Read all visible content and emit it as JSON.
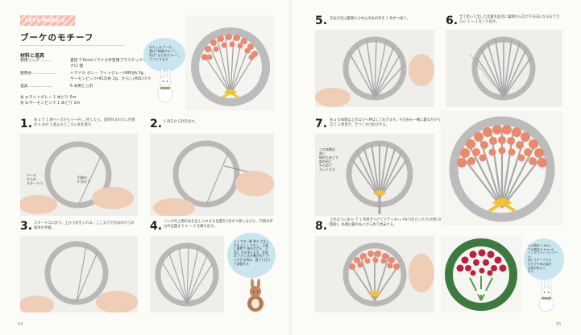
{
  "left_page": {
    "tag": "Let's make 2",
    "title": "ブーケのモチーフ",
    "materials_heading": "材料と道具",
    "materials": [
      {
        "label": "使用リング………",
        "value": "直径 7.6cm(ハマナカ手芸用プラスチックリン"
      },
      {
        "label": "",
        "value": "グ)1 個"
      },
      {
        "label": "使用糸 ………………",
        "value": "ハマナカ ボニー ライトグレー(486)約 5g、"
      },
      {
        "label": "",
        "value": "サーモンピンク(413)約 2g、からし(491)少々"
      },
      {
        "label": "道具 ………………",
        "value": "6 本用とじ針"
      }
    ],
    "notes": [
      "糸 a:ライトグレー 1 本どり 5m",
      "糸 b:サーモンピンク 1 本どり 2m"
    ],
    "bubble_text": "わたしはブーケ。\n実は“刺繍ボタン”。\n気は“まとめカラー”。\nでつくります",
    "steps": [
      {
        "num": "1.",
        "text": "糸 a で 1 周ベースからリーチ(…)をしたら、反時計まわりに円周の 4 分の 1 進んだところに糸を渡す。",
        "ann1": "ベース\nからの\nスタート口",
        "ann2": "円周の\n4 分の 1"
      },
      {
        "num": "2.",
        "text": "1 目先から針を出す。"
      },
      {
        "num": "3.",
        "text": "スタート口に戻り、上から針を入れる。ここまでが芯糸のからの基本の手順。"
      },
      {
        "num": "4.",
        "text": "リングの上側の糸を出し入れする位置を1目ずつ移しながら、円周の半分の位置まで 2 〜 3 を繰り返す。",
        "bubble": "ここでは一番 巻き 方をしかを上に しかをく、正面に最終で 始めながら、正面に 芯を張ります、全体の バランスを確かめて からかかる時は、図でと比べ て調整する"
      }
    ],
    "page_number": "54"
  },
  "right_page": {
    "steps": [
      {
        "num": "5.",
        "text": "芯糸の先は裏側から中心の糸の目を 1 目ずつ拾う。"
      },
      {
        "num": "6.",
        "text": "全て拾って出した位置を起点に裏側から芯が下方向になるまでさらに 1 〜 3 をくり返す。"
      },
      {
        "num": "7.",
        "text": "糸 a の本数は上のほうへ伸ばしておきます。その糸も一緒に裏なかから芯で 3 周巻き、きつくかけ結びする。",
        "ann": "この本数は\n糸に\n絡めたあとで\n扇の形に\nからめて\nカットする"
      },
      {
        "num": "8.",
        "text": "上のほうに糸 b で 1 列巻きつけてステッチ(→ P.87)をびっちり(外周 30 個程)。糸端は裏の糸にからめて始末する。"
      }
    ],
    "bubble_text": "上は直径 7.6cm、\n下は直径 8.4cm の\nリングでつくったブーケ。\n枝にモチーフでも\n大きさや糸の量を\n計算が変えて\nます",
    "page_number": "55"
  }
}
